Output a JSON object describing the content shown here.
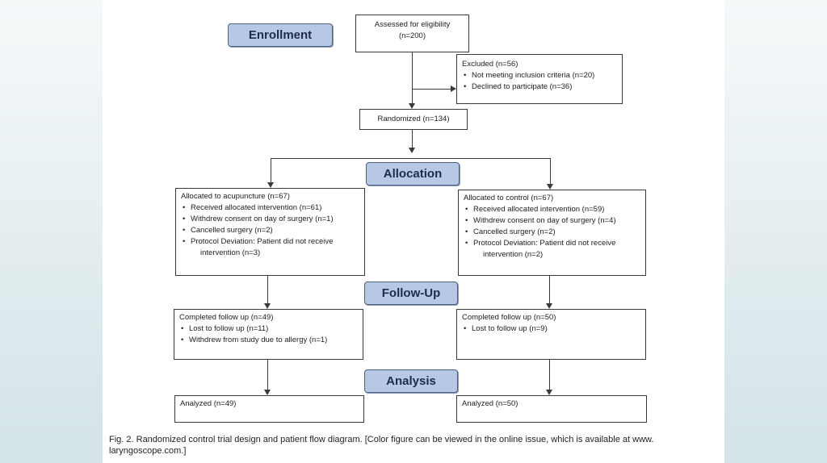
{
  "stages": {
    "enrollment": "Enrollment",
    "allocation": "Allocation",
    "follow_up": "Follow-Up",
    "analysis": "Analysis"
  },
  "assessed": {
    "line1": "Assessed for eligibility",
    "line2": "(n=200)"
  },
  "excluded": {
    "title": "Excluded  (n=56)",
    "items": [
      "Not meeting inclusion criteria (n=20)",
      "Declined to participate (n=36)"
    ]
  },
  "randomized": "Randomized (n=134)",
  "allocation_left": {
    "title": "Allocated to acupuncture (n=67)",
    "items": [
      "Received allocated intervention (n=61)",
      "Withdrew consent on day of surgery (n=1)",
      "Cancelled surgery (n=2)",
      "Protocol Deviation: Patient did not receive",
      "intervention (n=3)"
    ]
  },
  "allocation_right": {
    "title": "Allocated to control (n=67)",
    "items": [
      "Received allocated intervention (n=59)",
      "Withdrew consent on day of surgery (n=4)",
      "Cancelled surgery (n=2)",
      "Protocol Deviation: Patient did not receive",
      "intervention (n=2)"
    ]
  },
  "followup_left": {
    "title": "Completed follow up (n=49)",
    "items": [
      "Lost to follow up (n=11)",
      "Withdrew from study due to allergy (n=1)"
    ]
  },
  "followup_right": {
    "title": "Completed follow up (n=50)",
    "items": [
      "Lost to follow up (n=9)"
    ]
  },
  "analysis_left": "Analyzed (n=49)",
  "analysis_right": "Analyzed (n=50)",
  "caption": {
    "line1": "Fig. 2. Randomized control trial design and patient flow diagram. [Color figure can be viewed in the online issue, which is available at www.",
    "line2": "laryngoscope.com.]"
  }
}
